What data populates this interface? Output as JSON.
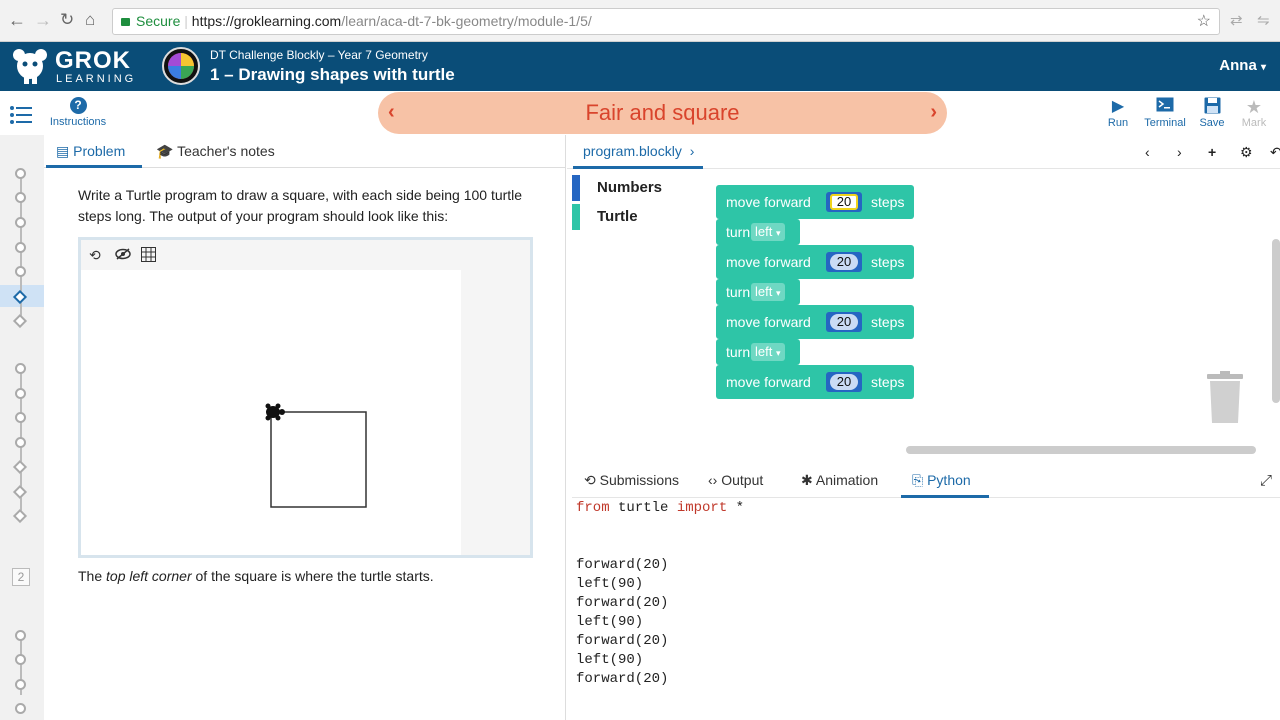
{
  "browser": {
    "secure_label": "Secure",
    "url_host": "https://groklearning.com",
    "url_path": "/learn/aca-dt-7-bk-geometry/module-1/5/"
  },
  "header": {
    "logo_text": "GROK",
    "logo_sub": "LEARNING",
    "course_subtitle": "DT Challenge Blockly – Year 7 Geometry",
    "course_title": "1 – Drawing shapes with turtle",
    "user_name": "Anna"
  },
  "toolbar": {
    "instructions_label": "Instructions",
    "problem_title": "Fair and square",
    "run_label": "Run",
    "terminal_label": "Terminal",
    "save_label": "Save",
    "mark_label": "Mark"
  },
  "rail": {
    "module_number": "2"
  },
  "problem": {
    "tabs": [
      {
        "label": "Problem"
      },
      {
        "label": "Teacher's notes"
      }
    ],
    "description": "Write a Turtle program to draw a square, with each side being 100 turtle steps long. The output of your program should look like this:",
    "footer_prefix": "The ",
    "footer_em": "top left corner",
    "footer_suffix": " of the square is where the turtle starts."
  },
  "editor": {
    "file_tab": "program.blockly",
    "categories": [
      {
        "label": "Numbers",
        "color": "#2566c2"
      },
      {
        "label": "Turtle",
        "color": "#2ec5a7"
      }
    ],
    "blocks": {
      "move_prefix": "move forward",
      "move_suffix": "steps",
      "move_value": "20",
      "turn_prefix": "turn",
      "turn_value": "left"
    },
    "bottom_tabs": [
      {
        "label": "Submissions"
      },
      {
        "label": "Output"
      },
      {
        "label": "Animation"
      },
      {
        "label": "Python"
      }
    ],
    "code": {
      "import_from": "from",
      "import_module": " turtle ",
      "import_kw": "import",
      "import_star": " *",
      "lines": [
        "forward(20)",
        "left(90)",
        "forward(20)",
        "left(90)",
        "forward(20)",
        "left(90)",
        "forward(20)"
      ]
    }
  },
  "colors": {
    "header_bg": "#0a4d78",
    "accent": "#1d6aa8",
    "pill_bg": "#f7c2a6",
    "pill_text": "#d9442c",
    "block_turtle": "#2ec5a7",
    "block_number": "#2566c2"
  }
}
